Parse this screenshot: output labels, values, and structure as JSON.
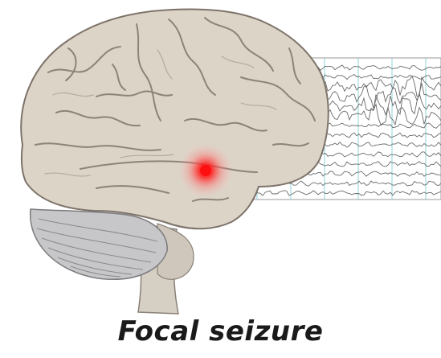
{
  "caption": "Focal seizure",
  "colors": {
    "cortex_fill": "#ddd4c8",
    "cortex_outline": "#7d736a",
    "cerebellum_fill": "#c7c7c9",
    "brainstem_fill": "#d6cfc4",
    "eeg_trace": "#6a6a6a",
    "eeg_gridline": "#8fd0d8",
    "focus": "#ff1a1a"
  },
  "icons": {
    "focus_marker": "red-glow-icon"
  },
  "eeg": {
    "channels": 14,
    "vertical_gridlines": 6
  }
}
